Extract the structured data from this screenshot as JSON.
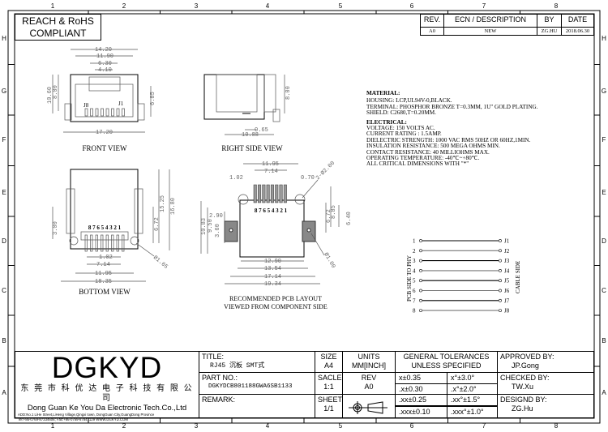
{
  "zones": {
    "columns": [
      "1",
      "2",
      "3",
      "4",
      "5",
      "6",
      "7",
      "8"
    ],
    "rows": [
      "H",
      "G",
      "F",
      "E",
      "D",
      "C",
      "B",
      "A"
    ]
  },
  "compliance": {
    "line1": "REACH & RoHS",
    "line2": "COMPLIANT"
  },
  "revision": {
    "headers": [
      "REV.",
      "ECN / DESCRIPTION",
      "BY",
      "DATE"
    ],
    "row": [
      "A0",
      "NEW",
      "ZG.HU",
      "2018.06.30"
    ]
  },
  "views": {
    "front": {
      "label": "FRONT VIEW",
      "dims": [
        "14.20",
        "11.90",
        "6.30",
        "4.10",
        "10.60",
        "8.00",
        "6.85",
        "17.20"
      ],
      "pins": [
        "J8",
        "J1"
      ]
    },
    "right": {
      "label": "RIGHT SIDE VIEW",
      "dims": [
        "8.00",
        "0.65",
        "10.88"
      ]
    },
    "bottom": {
      "label": "BOTTOM VIEW",
      "dims": [
        "15.25",
        "16.80",
        "6.72",
        "3.00",
        "1.02",
        "7.14",
        "11.95",
        "18.35",
        "Ø1.65"
      ],
      "pins": "8 7 6 5 4 3 2 1"
    },
    "pcb": {
      "label1": "RECOMMENDED PCB LAYOUT",
      "label2": "VIEWED FROM COMPONENT SIDE",
      "dims": [
        "11.95",
        "7.14",
        "1.02",
        "0.70",
        "2-Ø2.00",
        "8.85",
        "6.72",
        "6.40",
        "10.83",
        "9.50",
        "2.90",
        "3.60",
        "12.90",
        "13.54",
        "17.14",
        "19.34",
        "Ø1.00"
      ],
      "pins": "8 7 6 5 4 3 2 1"
    }
  },
  "material": {
    "title": "MATERIAL:",
    "lines": [
      "HOUSING: LCP,UL94V-0,BLACK.",
      "TERMINAL: PHOSPHOR BRONZE T=0.3MM, 1U\" GOLD PLATING.",
      "SHIELD: C2680,T=0.20MM."
    ]
  },
  "electrical": {
    "title": "ELECTRICAL:",
    "lines": [
      "VOLTAGE: 150 VOLTS AC.",
      "CURRENT RATING : 1.5AMP.",
      "DIELECTRIC STRENGTH: 1000 VAC RMS 50HZ OR 60HZ,1MIN.",
      "INSULATION RESISTANCE: 500 MEGA OHMS MIN.",
      "CONTACT RESISTANCE: 40 MILLIOHMS MAX.",
      "OPERATING TEMPERATURE: -40℃~+80℃.",
      "ALL CRITICAL DIMENSIONS WITH \"*\""
    ]
  },
  "schematic": {
    "left_label": "PCB SIDE TO PHY",
    "right_label": "CABLE SIDE",
    "pins": [
      "1",
      "2",
      "3",
      "4",
      "5",
      "6",
      "7",
      "8"
    ],
    "jacks": [
      "J1",
      "J2",
      "J3",
      "J4",
      "J5",
      "J6",
      "J7",
      "J8"
    ]
  },
  "titleblock": {
    "logo": "DGKYD",
    "company_cn": "东 莞 市 科 优 达 电 子 科 技 有 限 公 司",
    "company_en": "Dong Guan Ke You Da Electronic Tech.Co.,Ltd",
    "address": "ADD:No.1 LiHe Street,LiHeng Village,Qingxi town, DongGuan City,GuangDong Province",
    "contact": "Tel:+86-0769-87334606; Fax:+86-0769-87847129  WWW.DGKYD.COM",
    "title_label": "TITLE:",
    "title_value": "RJ45 沉板 SMT式",
    "part_label": "PART NO.:",
    "part_value": "DGKYDCB801188GWA6SB1133",
    "remark_label": "REMARK:",
    "size_label": "SIZE",
    "size_value": "A4",
    "scale_label": "SACLE",
    "scale_value": "1:1",
    "sheet_label": "SHEET",
    "sheet_value": "1/1",
    "units_label": "UNITS",
    "units_value": "MM[INCH]",
    "rev_label": "REV",
    "rev_value": "A0",
    "tol_header1": "GENERAL TOLERANCES",
    "tol_header2": "UNLESS SPECIFIED",
    "tolerances": [
      [
        "x±0.35",
        "x°±3.0°"
      ],
      [
        ".x±0.30",
        ".x°±2.0°"
      ],
      [
        ".xx±0.25",
        ".xx°±1.5°"
      ],
      [
        ".xxx±0.10",
        ".xxx°±1.0°"
      ]
    ],
    "approved_label": "APPROVED BY:",
    "approved_value": "JP.Gong",
    "checked_label": "CHECKED BY:",
    "checked_value": "TW.Xu",
    "designed_label": "DESIGND BY:",
    "designed_value": "ZG.Hu"
  }
}
